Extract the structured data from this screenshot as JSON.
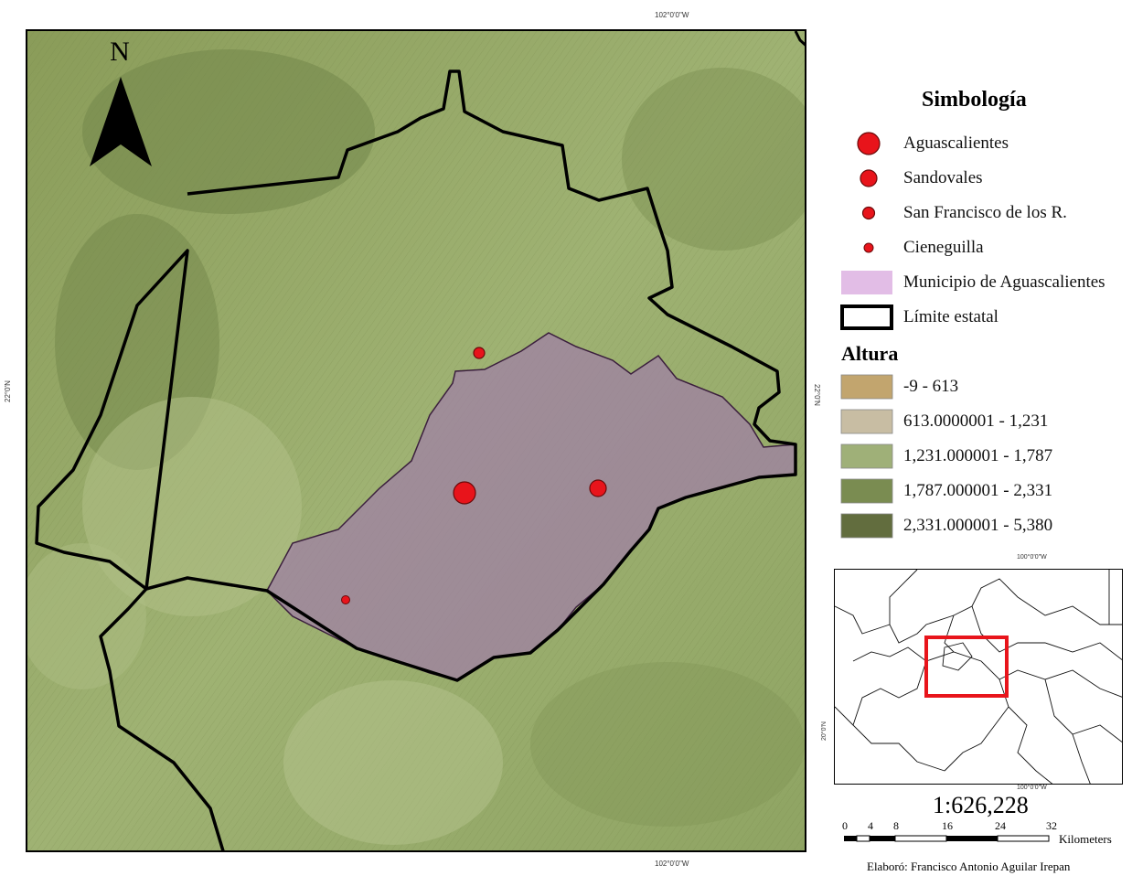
{
  "map": {
    "coord_top": "102°0'0\"W",
    "coord_bottom": "102°0'0\"W",
    "coord_left": "22°0'N",
    "coord_right": "22°0'N",
    "north_label": "N"
  },
  "legend": {
    "title": "Simbología",
    "items": [
      {
        "label": "Aguascalientes",
        "kind": "point-large",
        "color": "#e8141b"
      },
      {
        "label": "Sandovales",
        "kind": "point-medium",
        "color": "#e8141b"
      },
      {
        "label": "San Francisco de los R.",
        "kind": "point-small",
        "color": "#e8141b"
      },
      {
        "label": "Cieneguilla",
        "kind": "point-tiny",
        "color": "#e8141b"
      },
      {
        "label": "Municipio de Aguascalientes",
        "kind": "polygon-fill",
        "color": "#e2bde6"
      },
      {
        "label": "Límite estatal",
        "kind": "polygon-outline",
        "color": "#000000"
      }
    ],
    "altura_title": "Altura",
    "altura": [
      {
        "label": "-9 - 613",
        "color": "#c2a56e"
      },
      {
        "label": "613.0000001 - 1,231",
        "color": "#c8bda3"
      },
      {
        "label": "1,231.000001 - 1,787",
        "color": "#9fb078"
      },
      {
        "label": "1,787.000001 - 2,331",
        "color": "#7a8c51"
      },
      {
        "label": "2,331.000001 - 5,380",
        "color": "#626d3e"
      }
    ]
  },
  "inset": {
    "coord_top": "100°0'0\"W",
    "coord_bottom": "100°0'0\"W",
    "coord_left": "20°0'N"
  },
  "scale": {
    "ratio": "1:626,228",
    "ticks": [
      "0",
      "4",
      "8",
      "16",
      "24",
      "32"
    ],
    "unit": "Kilometers"
  },
  "credit": "Elaboró: Francisco Antonio Aguilar Irepan"
}
